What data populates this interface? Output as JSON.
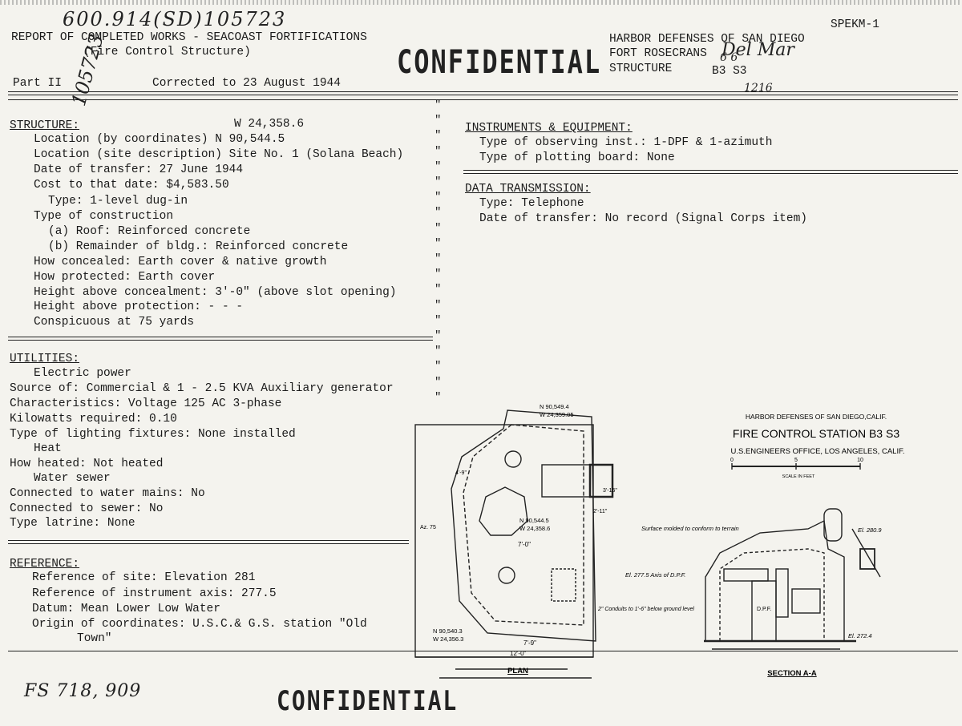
{
  "header": {
    "handwritten_number": "600.914(SD)105723",
    "form_code": "SPEKM-1",
    "title_line1": "REPORT OF COMPLETED WORKS - SEACOAST FORTIFICATIONS",
    "title_line2": "(Fire Control Structure)",
    "stamp_top": "CONFIDENTIAL",
    "harbor": "HARBOR DEFENSES OF SAN DIEGO",
    "fort": "FORT ROSECRANS",
    "fort_handwritten": "Del Mar",
    "structure_label": "STRUCTURE",
    "structure_code": "B3 S3",
    "structure_code_hand": "6  6",
    "handwritten_side": "1216",
    "part": "Part II",
    "corrected": "Corrected to 23 August 1944",
    "side_handwritten": "105723"
  },
  "structure": {
    "heading": "STRUCTURE:",
    "coord_w": "W  24,358.6",
    "lines": [
      "Location (by coordinates)  N  90,544.5",
      "Location (site description) Site No. 1 (Solana Beach)",
      "Date of transfer:  27 June 1944",
      "Cost to that date:    $4,583.50",
      "Type:  1-level dug-in",
      "Type of construction",
      "(a)  Roof:  Reinforced concrete",
      "(b)  Remainder of bldg.:  Reinforced concrete",
      "How concealed:  Earth cover & native growth",
      "How protected:  Earth cover",
      "Height above concealment: 3'-0\" (above slot opening)",
      "Height above protection:  - - -",
      "Conspicuous at  75  yards"
    ]
  },
  "utilities": {
    "heading": "UTILITIES:",
    "lines": [
      "Electric power",
      "Source of: Commercial & 1 - 2.5 KVA Auxiliary generator",
      "Characteristics:  Voltage 125 AC    3-phase",
      "Kilowatts required:  0.10",
      "Type of lighting fixtures:   None installed",
      "Heat",
      "How heated:  Not heated",
      "Water sewer",
      "Connected to water mains:  No",
      "Connected to sewer:  No",
      "Type latrine:  None"
    ]
  },
  "reference": {
    "heading": "REFERENCE:",
    "lines": [
      "Reference of site:  Elevation 281",
      "Reference of instrument axis:  277.5",
      "Datum:  Mean Lower Low Water",
      "Origin of coordinates:  U.S.C.& G.S. station \"Old",
      "Town\""
    ]
  },
  "instruments": {
    "heading": "INSTRUMENTS & EQUIPMENT:",
    "lines": [
      "Type of observing inst.:  1-DPF & 1-azimuth",
      "Type of plotting board:   None"
    ]
  },
  "data_transmission": {
    "heading": "DATA TRANSMISSION:",
    "lines": [
      "Type:  Telephone",
      "Date of transfer:   No record (Signal Corps item)"
    ]
  },
  "drawing": {
    "org": "HARBOR DEFENSES OF SAN DIEGO,CALIF.",
    "title": "FIRE CONTROL STATION  B3 S3",
    "office": "U.S.ENGINEERS OFFICE, LOS ANGELES, CALIF.",
    "scale_label": "SCALE IN FEET",
    "scale_ticks": [
      "0",
      "5",
      "10"
    ],
    "plan_label": "PLAN",
    "section_label": "SECTION  A-A",
    "coord_top": "N 90,549.4",
    "coord_top2": "W 24,359.05",
    "coord_mid": "N 90,544.5",
    "coord_mid2": "W 24,358.6",
    "coord_bot": "N 90,540.3",
    "coord_bot2": "W 24,356.3",
    "azimuth": "Az. 75",
    "dim_7_0": "7'-0\"",
    "dim_7_9": "7'-9\"",
    "dim_12_0": "12'-0\"",
    "dim_4_9": "4'-9\"",
    "dim_3_15": "3'-15\"",
    "dim_2_11": "2'-11\"",
    "note_surface": "Surface molded to conform to terrain",
    "note_axis": "El. 277.5 Axis of D.P.F.",
    "note_conduits": "2\" Conduits to 1'-6\" below ground level",
    "el_top": "El. 280.9",
    "el_bot": "El. 272.4",
    "dpf_label": "D.P.F."
  },
  "footer": {
    "handwritten": "FS 718, 909",
    "stamp_bottom": "CONFIDENTIAL"
  }
}
